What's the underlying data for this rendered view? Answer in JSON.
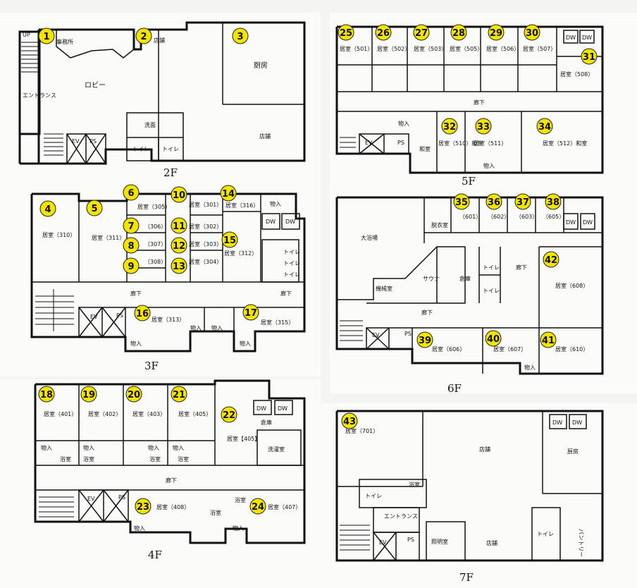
{
  "floors": [
    {
      "id": "2F",
      "label": "2F",
      "rooms": [
        {
          "n": "1",
          "text": "事務所"
        },
        {
          "n": "2",
          "text": "店舗"
        },
        {
          "n": "3",
          "text": "厨房"
        }
      ],
      "extra": [
        "エントランス",
        "ロビー",
        "洗面",
        "トイレ",
        "トイレ",
        "店舗",
        "EV",
        "PS",
        "UP"
      ]
    },
    {
      "id": "3F",
      "label": "3F",
      "rooms": [
        {
          "n": "4",
          "text": "居室（310）"
        },
        {
          "n": "5",
          "text": "居室（311）"
        },
        {
          "n": "6",
          "text": "居室（305）"
        },
        {
          "n": "7",
          "text": "（306）"
        },
        {
          "n": "8",
          "text": "（307）"
        },
        {
          "n": "9",
          "text": "（308）"
        },
        {
          "n": "10",
          "text": "居室（301）"
        },
        {
          "n": "11",
          "text": "居室（302）"
        },
        {
          "n": "12",
          "text": "居室（303）"
        },
        {
          "n": "13",
          "text": "居室（304）"
        },
        {
          "n": "14",
          "text": "居室（316）"
        },
        {
          "n": "15",
          "text": "居室（312）"
        },
        {
          "n": "16",
          "text": "居室（313）"
        },
        {
          "n": "17",
          "text": "居室（315）"
        }
      ],
      "extra": [
        "廊下",
        "廊下",
        "物入",
        "物入",
        "物入",
        "物入",
        "物入",
        "DW",
        "DW",
        "EV",
        "PS",
        "トイレ",
        "トイレ",
        "トイレ"
      ]
    },
    {
      "id": "4F",
      "label": "4F",
      "rooms": [
        {
          "n": "18",
          "text": "居室（401）"
        },
        {
          "n": "19",
          "text": "居室（402）"
        },
        {
          "n": "20",
          "text": "居室（403）"
        },
        {
          "n": "21",
          "text": "居室（405）"
        },
        {
          "n": "22",
          "text": "居室【405】"
        },
        {
          "n": "23",
          "text": "居室（408）"
        },
        {
          "n": "24",
          "text": "居室（407）"
        }
      ],
      "extra": [
        "廊下",
        "物入",
        "物入",
        "物入",
        "物入",
        "浴室",
        "浴室",
        "浴室",
        "浴室",
        "倉庫",
        "洗濯室",
        "DW",
        "DW",
        "EV",
        "PS",
        "物入",
        "物入",
        "浴室",
        "浴室"
      ]
    },
    {
      "id": "5F",
      "label": "5F",
      "rooms": [
        {
          "n": "25",
          "text": "居室（501）"
        },
        {
          "n": "26",
          "text": "居室（502）"
        },
        {
          "n": "27",
          "text": "居室（503）"
        },
        {
          "n": "28",
          "text": "居室（505）"
        },
        {
          "n": "29",
          "text": "居室（506）"
        },
        {
          "n": "30",
          "text": "居室（507）"
        },
        {
          "n": "31",
          "text": "居室（508）"
        },
        {
          "n": "32",
          "text": "居室（510）和室"
        },
        {
          "n": "33",
          "text": "居室（511）"
        },
        {
          "n": "34",
          "text": "居室（512）和室"
        }
      ],
      "extra": [
        "廊下",
        "DW",
        "DW",
        "EV",
        "PS",
        "和室",
        "物入",
        "物入"
      ]
    },
    {
      "id": "6F",
      "label": "6F",
      "rooms": [
        {
          "n": "35",
          "text": "（601）"
        },
        {
          "n": "36",
          "text": "（602）"
        },
        {
          "n": "37",
          "text": "（603）"
        },
        {
          "n": "38",
          "text": "（605）"
        },
        {
          "n": "39",
          "text": "居室（606）"
        },
        {
          "n": "40",
          "text": "居室（607）"
        },
        {
          "n": "41",
          "text": "居室（610）"
        },
        {
          "n": "42",
          "text": "居室（608）"
        }
      ],
      "extra": [
        "大浴場",
        "脱衣室",
        "サウナ",
        "機械室",
        "倉庫",
        "トイレ",
        "トイレ",
        "廊下",
        "廊下",
        "DW",
        "DW",
        "EV",
        "PS",
        "物入"
      ]
    },
    {
      "id": "7F",
      "label": "7F",
      "rooms": [
        {
          "n": "43",
          "text": "居室（701）"
        }
      ],
      "extra": [
        "店舗",
        "厨房",
        "店舗",
        "エントランス",
        "照明室",
        "パントリー",
        "トイレ",
        "トイレ",
        "浴室",
        "DW",
        "DW",
        "EV",
        "PS"
      ]
    }
  ]
}
